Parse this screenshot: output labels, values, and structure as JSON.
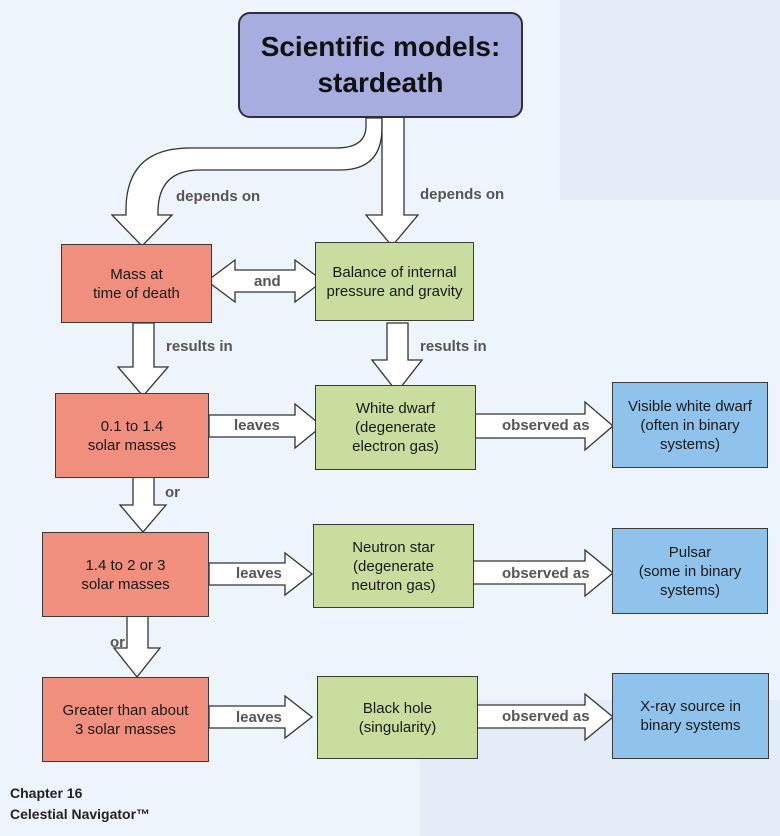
{
  "title": {
    "line1": "Scientific models:",
    "line2": "stardeath"
  },
  "nodes": {
    "mass": [
      "Mass at",
      "time of death"
    ],
    "balance": [
      "Balance of internal",
      "pressure and gravity"
    ],
    "range1": [
      "0.1 to 1.4",
      "solar masses"
    ],
    "range2": [
      "1.4 to 2 or 3",
      "solar masses"
    ],
    "range3": [
      "Greater than about",
      "3 solar masses"
    ],
    "white_dwarf": [
      "White dwarf",
      "(degenerate",
      "electron gas)"
    ],
    "neutron_star": [
      "Neutron star",
      "(degenerate",
      "neutron gas)"
    ],
    "black_hole": [
      "Black hole",
      "(singularity)"
    ],
    "visible_wd": [
      "Visible white dwarf",
      "(often in binary",
      "systems)"
    ],
    "pulsar": [
      "Pulsar",
      "(some in binary",
      "systems)"
    ],
    "xray": [
      "X-ray source in",
      "binary systems"
    ]
  },
  "edges": {
    "depends_on_left": "depends on",
    "depends_on_right": "depends on",
    "and": "and",
    "results_in_left": "results in",
    "results_in_right": "results in",
    "or_1": "or",
    "or_2": "or",
    "leaves_1": "leaves",
    "leaves_2": "leaves",
    "leaves_3": "leaves",
    "observed_1": "observed as",
    "observed_2": "observed as",
    "observed_3": "observed as"
  },
  "footer": {
    "chapter": "Chapter 16",
    "navigator": "Celestial Navigator™"
  },
  "colors": {
    "cause": "#f08f7e",
    "object": "#c9dd9f",
    "observation": "#8fc3ec",
    "title": "#a8addf"
  }
}
